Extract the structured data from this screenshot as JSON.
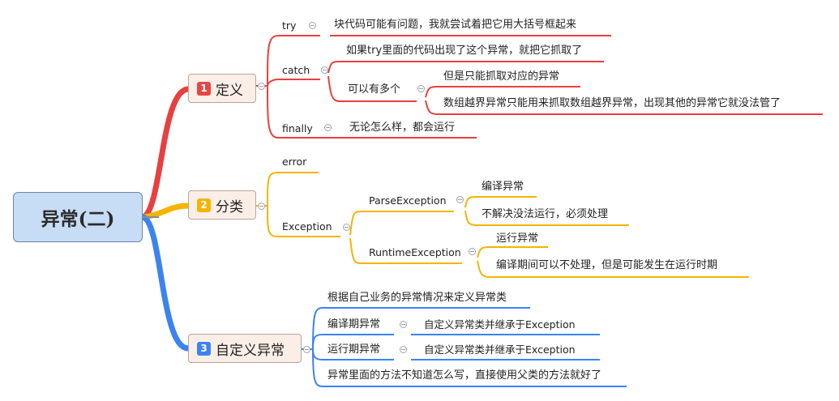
{
  "root": {
    "label": "异常(二)"
  },
  "branches": [
    {
      "num": "1",
      "label": "定义",
      "color": "#e8403f",
      "badge": "#e84545"
    },
    {
      "num": "2",
      "label": "分类",
      "color": "#f5b400",
      "badge": "#f5b400"
    },
    {
      "num": "3",
      "label": "自定义异常",
      "color": "#3c83f0",
      "badge": "#3c83f0"
    }
  ],
  "definition": {
    "try": {
      "label": "try",
      "text": "块代码可能有问题，我就尝试着把它用大括号框起来"
    },
    "catch": {
      "label": "catch",
      "text1": "如果try里面的代码出现了这个异常，就把它抓取了",
      "multi": "可以有多个",
      "sub1": "但是只能抓取对应的异常",
      "sub2": "数组越界异常只能用来抓取数组越界异常，出现其他的异常它就没法管了"
    },
    "finally": {
      "label": "finally",
      "text": "无论怎么样，都会运行"
    }
  },
  "classification": {
    "error": "error",
    "exception": "Exception",
    "parse": {
      "label": "ParseException",
      "text1": "编译异常",
      "text2": "不解决没法运行，必须处理"
    },
    "runtime": {
      "label": "RuntimeException",
      "text1": "运行异常",
      "text2": "编译期间可以不处理，但是可能发生在运行时期"
    }
  },
  "custom": {
    "item1": "根据自己业务的异常情况来定义异常类",
    "compile": {
      "label": "编译期异常",
      "text": "自定义异常类并继承于Exception"
    },
    "runtime": {
      "label": "运行期异常",
      "text": "自定义异常类并继承于Exception"
    },
    "item4": "异常里面的方法不知道怎么写，直接使用父类的方法就好了"
  }
}
